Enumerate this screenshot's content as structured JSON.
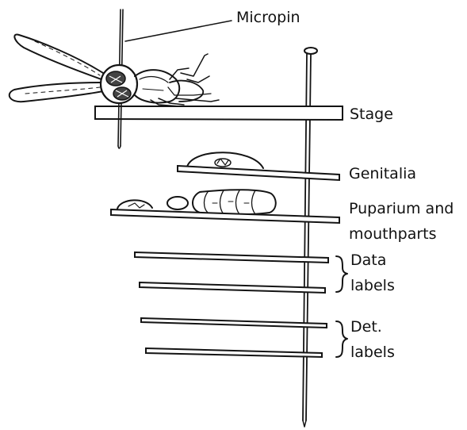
{
  "labels": {
    "micropin": "Micropin",
    "stage": "Stage",
    "genitalia": "Genitalia",
    "puparium_line1": "Puparium and",
    "puparium_line2": "mouthparts",
    "data_line1": "Data",
    "data_line2": "labels",
    "det_line1": "Det.",
    "det_line2": "labels"
  },
  "colors": {
    "ink": "#141414",
    "background": "#ffffff"
  },
  "icons": [
    "fly-specimen-icon",
    "micropin-icon",
    "insect-pin-icon",
    "puparium-icon",
    "curly-brace-icon"
  ]
}
